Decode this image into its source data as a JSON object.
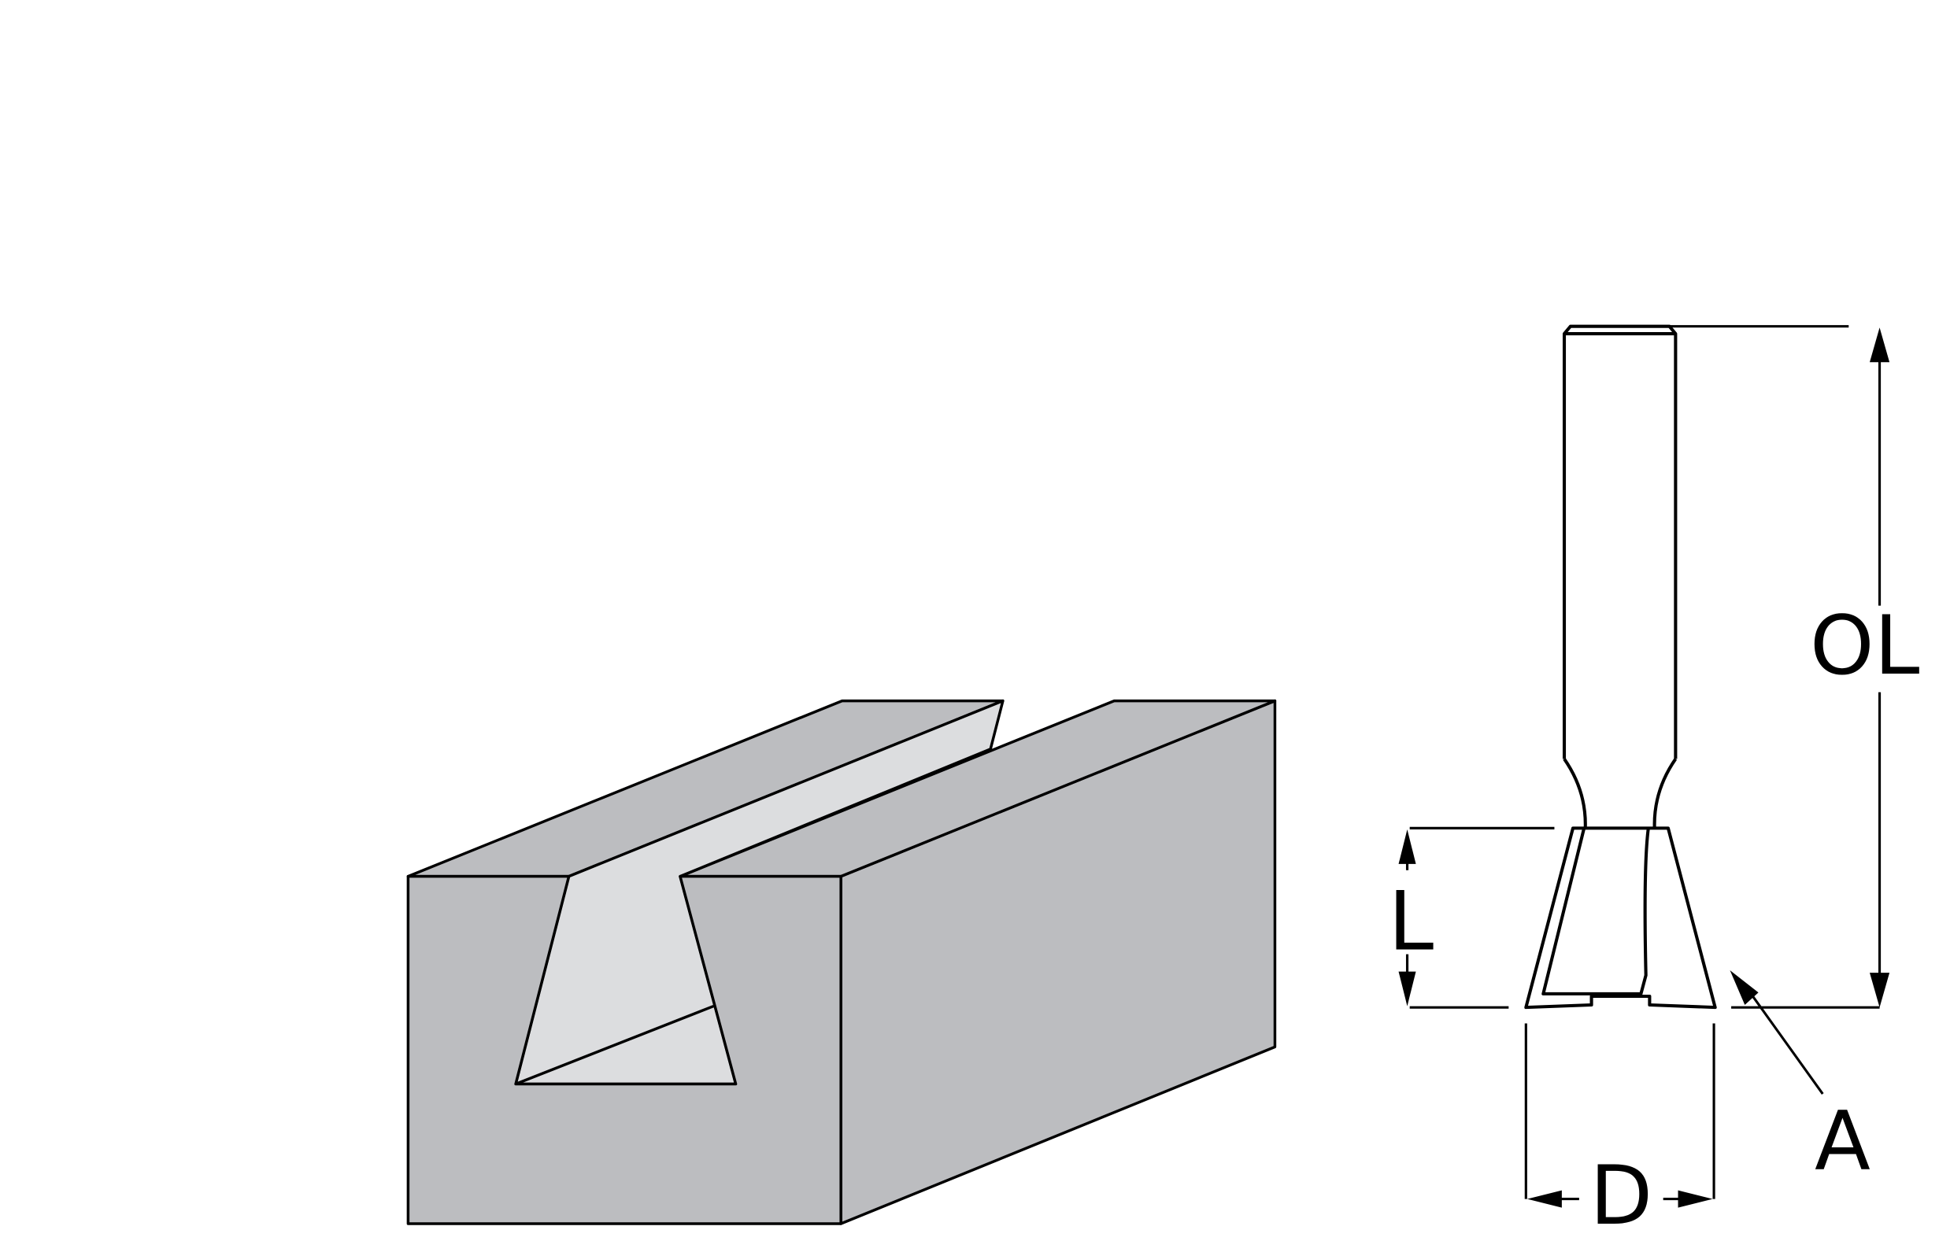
{
  "diagram": {
    "labels": {
      "overall_length": "OL",
      "cutting_length": "L",
      "diameter": "D",
      "angle": "A"
    },
    "colors": {
      "block": "#bcbdc0",
      "groove": "#dcdddf",
      "stroke": "#000000"
    }
  }
}
